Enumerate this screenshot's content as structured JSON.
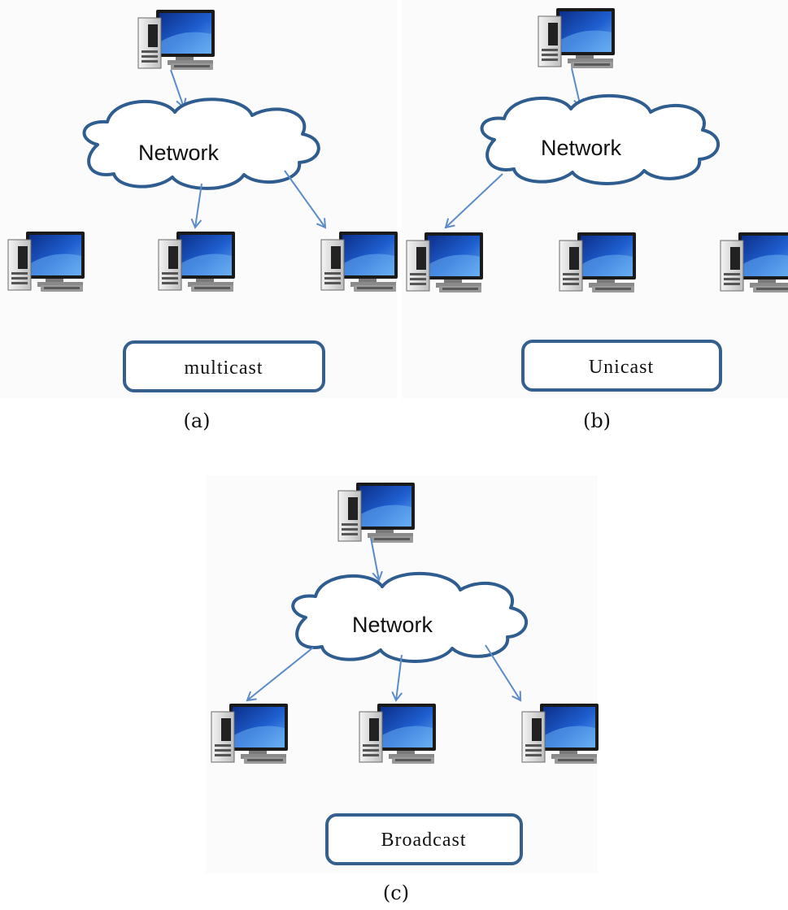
{
  "cloud_label": "Network",
  "panels": [
    {
      "caption": "(a)",
      "type_label": "multicast"
    },
    {
      "caption": "(b)",
      "type_label": "Unicast"
    },
    {
      "caption": "(c)",
      "type_label": "Broadcast"
    }
  ],
  "colors": {
    "arrow": "#5b8cc9",
    "cloud_outline": "#2f5d8f",
    "box_outline": "#355f8d",
    "screen_blue": "#1f5fd0"
  },
  "icons": [
    "desktop-computer-icon",
    "network-cloud-icon",
    "arrow-icon"
  ]
}
